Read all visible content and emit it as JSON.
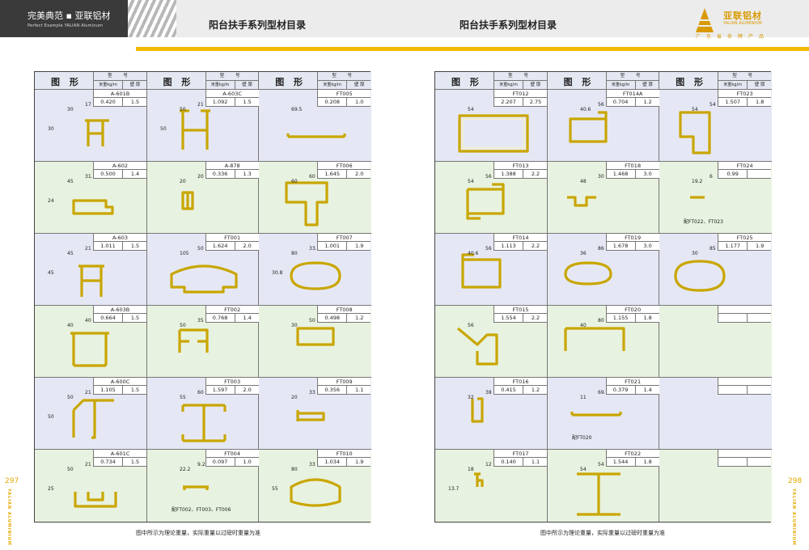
{
  "header": {
    "brand_cn": "完美典范 ▪ 亚联铝材",
    "brand_en": "Perfect Example YALIAN Aluminum",
    "title_left": "阳台扶手系列型材目录",
    "title_right": "阳台扶手系列型材目录",
    "logo_name": "亚联铝材",
    "logo_en": "YALIAN ALUMINIUM",
    "logo_sub": "广东省名牌产品"
  },
  "page_left": "297",
  "page_right": "298",
  "vertical_left": "YALIAN ALUMINIUM",
  "vertical_right": "YALIAN ALUMINIUM",
  "note_left": "图中所示为理论重量，实际重量以过磅时重量为准",
  "note_right": "图中所示为理论重量，实际重量以过磅时重量为准",
  "table_header": {
    "graphic": "图 形",
    "model": "型 号",
    "weight": "米重kg/m",
    "thick": "壁 厚"
  },
  "pages": [
    {
      "columns": [
        [
          {
            "model": "A-601B",
            "weight": "0.420",
            "thick": "1.5",
            "dims": [
              "30",
              "17",
              "30"
            ]
          },
          {
            "model": "A-602",
            "weight": "0.500",
            "thick": "1.4",
            "dims": [
              "45",
              "31.5",
              "24"
            ]
          },
          {
            "model": "A-603",
            "weight": "1.011",
            "thick": "1.5",
            "dims": [
              "45",
              "21",
              "45"
            ]
          },
          {
            "model": "A-603B",
            "weight": "0.664",
            "thick": "1.5",
            "dims": [
              "40",
              "40"
            ]
          },
          {
            "model": "A-600C",
            "weight": "1.105",
            "thick": "1.5",
            "dims": [
              "50",
              "21",
              "50"
            ]
          },
          {
            "model": "A-601C",
            "weight": "0.734",
            "thick": "1.5",
            "dims": [
              "50",
              "21",
              "25"
            ]
          }
        ],
        [
          {
            "model": "A-603C",
            "weight": "1.092",
            "thick": "1.5",
            "dims": [
              "50",
              "21",
              "50"
            ]
          },
          {
            "model": "A-878",
            "weight": "0.336",
            "thick": "1.3",
            "dims": [
              "20",
              "20"
            ]
          },
          {
            "model": "FT001",
            "weight": "1.624",
            "thick": "2.0",
            "dims": [
              "105",
              "50"
            ]
          },
          {
            "model": "FT002",
            "weight": "0.768",
            "thick": "1.4",
            "dims": [
              "50",
              "35"
            ]
          },
          {
            "model": "FT003",
            "weight": "1.597",
            "thick": "2.0",
            "dims": [
              "55",
              "60"
            ]
          },
          {
            "model": "FT004",
            "weight": "0.097",
            "thick": "1.0",
            "dims": [
              "22.2",
              "9.2"
            ],
            "note": "配FT002、FT003、FT006"
          }
        ],
        [
          {
            "model": "FT005",
            "weight": "0.208",
            "thick": "1.0",
            "dims": [
              "69.5"
            ]
          },
          {
            "model": "FT006",
            "weight": "1.645",
            "thick": "2.0",
            "dims": [
              "60",
              "60"
            ]
          },
          {
            "model": "FT007",
            "weight": "1.001",
            "thick": "1.9",
            "dims": [
              "80",
              "33.2",
              "30.8"
            ]
          },
          {
            "model": "FT008",
            "weight": "0.498",
            "thick": "1.2",
            "dims": [
              "30",
              "50"
            ]
          },
          {
            "model": "FT009",
            "weight": "0.356",
            "thick": "1.1",
            "dims": [
              "20",
              "33"
            ]
          },
          {
            "model": "FT010",
            "weight": "1.034",
            "thick": "1.9",
            "dims": [
              "80",
              "33",
              "55"
            ]
          }
        ]
      ]
    },
    {
      "columns": [
        [
          {
            "model": "FT012",
            "weight": "2.207",
            "thick": "2.75",
            "dims": [
              "54"
            ]
          },
          {
            "model": "FT013",
            "weight": "1.388",
            "thick": "2.2",
            "dims": [
              "54",
              "56"
            ]
          },
          {
            "model": "FT014",
            "weight": "1.113",
            "thick": "2.2",
            "dims": [
              "40.6",
              "56"
            ]
          },
          {
            "model": "FT015",
            "weight": "1.554",
            "thick": "2.2",
            "dims": [
              "56"
            ]
          },
          {
            "model": "FT016",
            "weight": "0.415",
            "thick": "1.2",
            "dims": [
              "32",
              "38"
            ]
          },
          {
            "model": "FT017",
            "weight": "0.140",
            "thick": "1.1",
            "dims": [
              "18",
              "12",
              "13.7"
            ]
          }
        ],
        [
          {
            "model": "FT014A",
            "weight": "0.704",
            "thick": "1.2",
            "dims": [
              "40.6",
              "56"
            ]
          },
          {
            "model": "FT018",
            "weight": "1.468",
            "thick": "3.0",
            "dims": [
              "48",
              "30"
            ]
          },
          {
            "model": "FT019",
            "weight": "1.678",
            "thick": "3.0",
            "dims": [
              "36",
              "86"
            ]
          },
          {
            "model": "FT020",
            "weight": "1.155",
            "thick": "1.8",
            "dims": [
              "40",
              "80"
            ]
          },
          {
            "model": "FT021",
            "weight": "0.379",
            "thick": "1.4",
            "dims": [
              "11",
              "69.3"
            ],
            "note": "配FT020"
          },
          {
            "model": "FT022",
            "weight": "1.544",
            "thick": "1.8",
            "dims": [
              "54",
              "54"
            ]
          }
        ],
        [
          {
            "model": "FT023",
            "weight": "1.507",
            "thick": "1.8",
            "dims": [
              "54",
              "54"
            ]
          },
          {
            "model": "FT024",
            "weight": "0.99",
            "thick": "",
            "dims": [
              "19.2",
              "6"
            ],
            "note": "配FT022、FT023"
          },
          {
            "model": "FT025",
            "weight": "1.177",
            "thick": "1.9",
            "dims": [
              "30",
              "85"
            ]
          },
          {
            "model": "",
            "weight": "",
            "thick": "",
            "dims": []
          },
          {
            "model": "",
            "weight": "",
            "thick": "",
            "dims": []
          },
          {
            "model": "",
            "weight": "",
            "thick": "",
            "dims": []
          }
        ]
      ]
    }
  ]
}
